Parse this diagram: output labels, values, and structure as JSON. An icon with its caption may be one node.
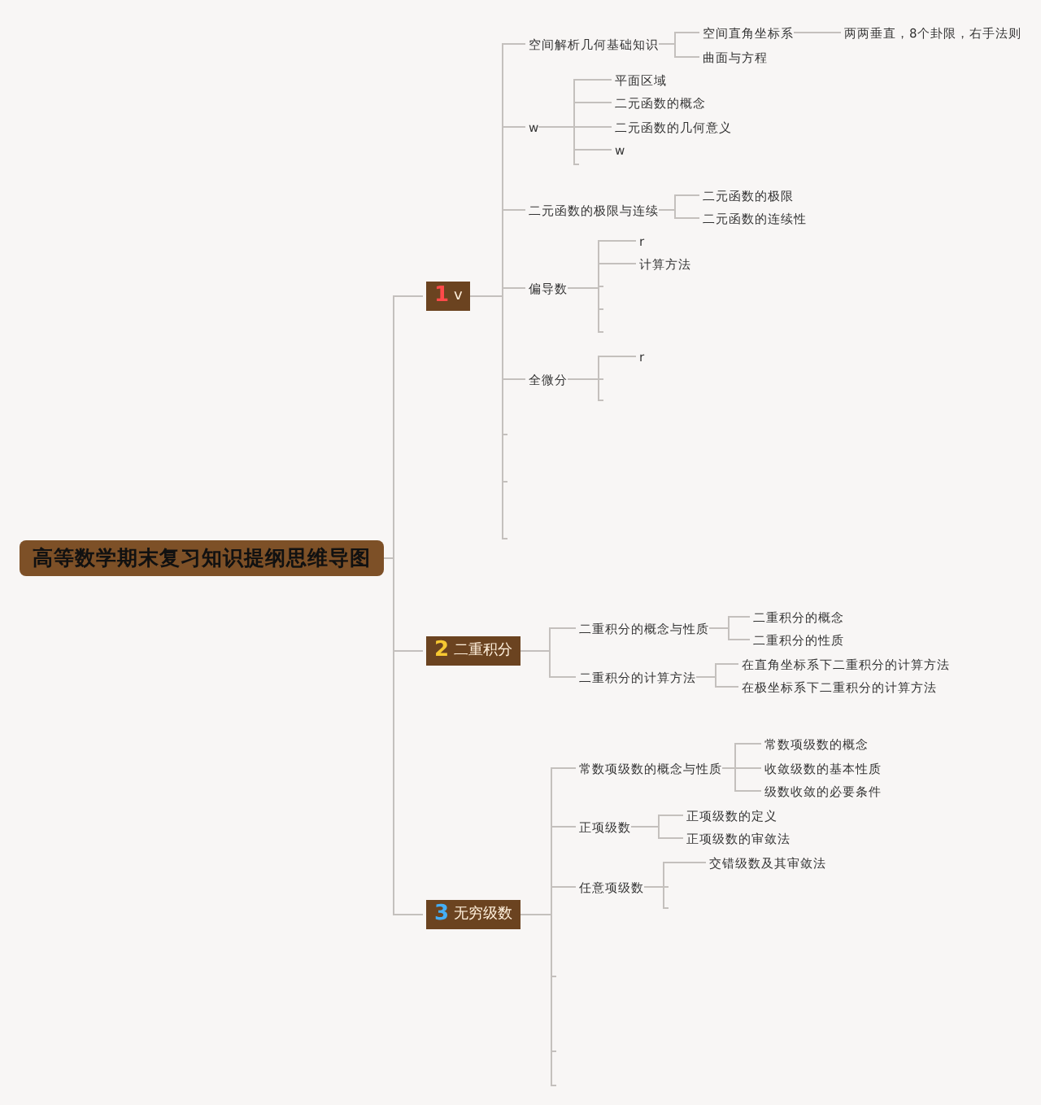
{
  "diagram": {
    "nodes": [
      {
        "text": [
          "高等数学期末复习知识提纲思维导图"
        ]
      },
      {
        "text": [
          "1",
          "v"
        ]
      },
      {
        "text": [
          "2",
          "二重积分"
        ]
      },
      {
        "text": [
          "3",
          "无穷级数"
        ]
      },
      {
        "text": [
          "空间解析几何基础知识"
        ]
      },
      {
        "text": [
          "空间直角坐标系"
        ]
      },
      {
        "text": [
          "两两垂直，8个卦限，右手法则"
        ]
      },
      {
        "text": [
          "曲面与方程"
        ]
      },
      {
        "text": [
          "w"
        ]
      },
      {
        "text": [
          "平面区域"
        ]
      },
      {
        "text": [
          "二元函数的概念"
        ]
      },
      {
        "text": [
          "二元函数的几何意义"
        ]
      },
      {
        "text": [
          "w"
        ]
      },
      {
        "text": [
          "二元函数的极限与连续"
        ]
      },
      {
        "text": [
          "二元函数的极限"
        ]
      },
      {
        "text": [
          "二元函数的连续性"
        ]
      },
      {
        "text": [
          "偏导数"
        ]
      },
      {
        "text": [
          "r"
        ]
      },
      {
        "text": [
          "计算方法"
        ]
      },
      {
        "text": [
          "全微分"
        ]
      },
      {
        "text": [
          "r"
        ]
      },
      {
        "text": [
          "二重积分的概念与性质"
        ]
      },
      {
        "text": [
          "二重积分的概念"
        ]
      },
      {
        "text": [
          "二重积分的性质"
        ]
      },
      {
        "text": [
          "二重积分的计算方法"
        ]
      },
      {
        "text": [
          "在直角坐标系下二重积分的计算方法"
        ]
      },
      {
        "text": [
          "在极坐标系下二重积分的计算方法"
        ]
      },
      {
        "text": [
          "常数项级数的概念与性质"
        ]
      },
      {
        "text": [
          "常数项级数的概念"
        ]
      },
      {
        "text": [
          "收敛级数的基本性质"
        ]
      },
      {
        "text": [
          "级数收敛的必要条件"
        ]
      },
      {
        "text": [
          "正项级数"
        ]
      },
      {
        "text": [
          "正项级数的定义"
        ]
      },
      {
        "text": [
          "正项级数的审敛法"
        ]
      },
      {
        "text": [
          "任意项级数"
        ]
      },
      {
        "text": [
          "交错级数及其审敛法"
        ]
      }
    ],
    "edges": [
      {
        "from": 0,
        "to": 1,
        "arrow": "none"
      },
      {
        "from": 0,
        "to": 2,
        "arrow": "none"
      },
      {
        "from": 0,
        "to": 3,
        "arrow": "none"
      },
      {
        "from": 1,
        "to": 4,
        "arrow": "none"
      },
      {
        "from": 4,
        "to": 5,
        "arrow": "none"
      },
      {
        "from": 5,
        "to": 6,
        "arrow": "none"
      },
      {
        "from": 4,
        "to": 7,
        "arrow": "none"
      },
      {
        "from": 1,
        "to": 8,
        "arrow": "none"
      },
      {
        "from": 8,
        "to": 9,
        "arrow": "none"
      },
      {
        "from": 8,
        "to": 10,
        "arrow": "none"
      },
      {
        "from": 8,
        "to": 11,
        "arrow": "none"
      },
      {
        "from": 8,
        "to": 12,
        "arrow": "none"
      },
      {
        "from": 8,
        "to": null,
        "arrow": "none"
      },
      {
        "from": 1,
        "to": 13,
        "arrow": "none"
      },
      {
        "from": 13,
        "to": 14,
        "arrow": "none"
      },
      {
        "from": 13,
        "to": 15,
        "arrow": "none"
      },
      {
        "from": 1,
        "to": 16,
        "arrow": "none"
      },
      {
        "from": 16,
        "to": 17,
        "arrow": "none"
      },
      {
        "from": 16,
        "to": 18,
        "arrow": "none"
      },
      {
        "from": 16,
        "to": null,
        "arrow": "none"
      },
      {
        "from": 16,
        "to": null,
        "arrow": "none"
      },
      {
        "from": 16,
        "to": null,
        "arrow": "none"
      },
      {
        "from": 1,
        "to": 19,
        "arrow": "none"
      },
      {
        "from": 19,
        "to": 20,
        "arrow": "none"
      },
      {
        "from": 19,
        "to": null,
        "arrow": "none"
      },
      {
        "from": 19,
        "to": null,
        "arrow": "none"
      },
      {
        "from": 1,
        "to": null,
        "arrow": "none"
      },
      {
        "from": 1,
        "to": null,
        "arrow": "none"
      },
      {
        "from": 1,
        "to": null,
        "arrow": "none"
      },
      {
        "from": 2,
        "to": 21,
        "arrow": "none"
      },
      {
        "from": 21,
        "to": 22,
        "arrow": "none"
      },
      {
        "from": 21,
        "to": 23,
        "arrow": "none"
      },
      {
        "from": 2,
        "to": 24,
        "arrow": "none"
      },
      {
        "from": 24,
        "to": 25,
        "arrow": "none"
      },
      {
        "from": 24,
        "to": 26,
        "arrow": "none"
      },
      {
        "from": 3,
        "to": 27,
        "arrow": "none"
      },
      {
        "from": 27,
        "to": 28,
        "arrow": "none"
      },
      {
        "from": 27,
        "to": 29,
        "arrow": "none"
      },
      {
        "from": 27,
        "to": 30,
        "arrow": "none"
      },
      {
        "from": 3,
        "to": 31,
        "arrow": "none"
      },
      {
        "from": 31,
        "to": 32,
        "arrow": "none"
      },
      {
        "from": 31,
        "to": 33,
        "arrow": "none"
      },
      {
        "from": 3,
        "to": 34,
        "arrow": "none"
      },
      {
        "from": 34,
        "to": 35,
        "arrow": "none"
      },
      {
        "from": 34,
        "to": null,
        "arrow": "none"
      },
      {
        "from": 34,
        "to": null,
        "arrow": "none"
      },
      {
        "from": 3,
        "to": null,
        "arrow": "none"
      },
      {
        "from": 3,
        "to": null,
        "arrow": "none"
      },
      {
        "from": 3,
        "to": null,
        "arrow": "none"
      }
    ]
  }
}
